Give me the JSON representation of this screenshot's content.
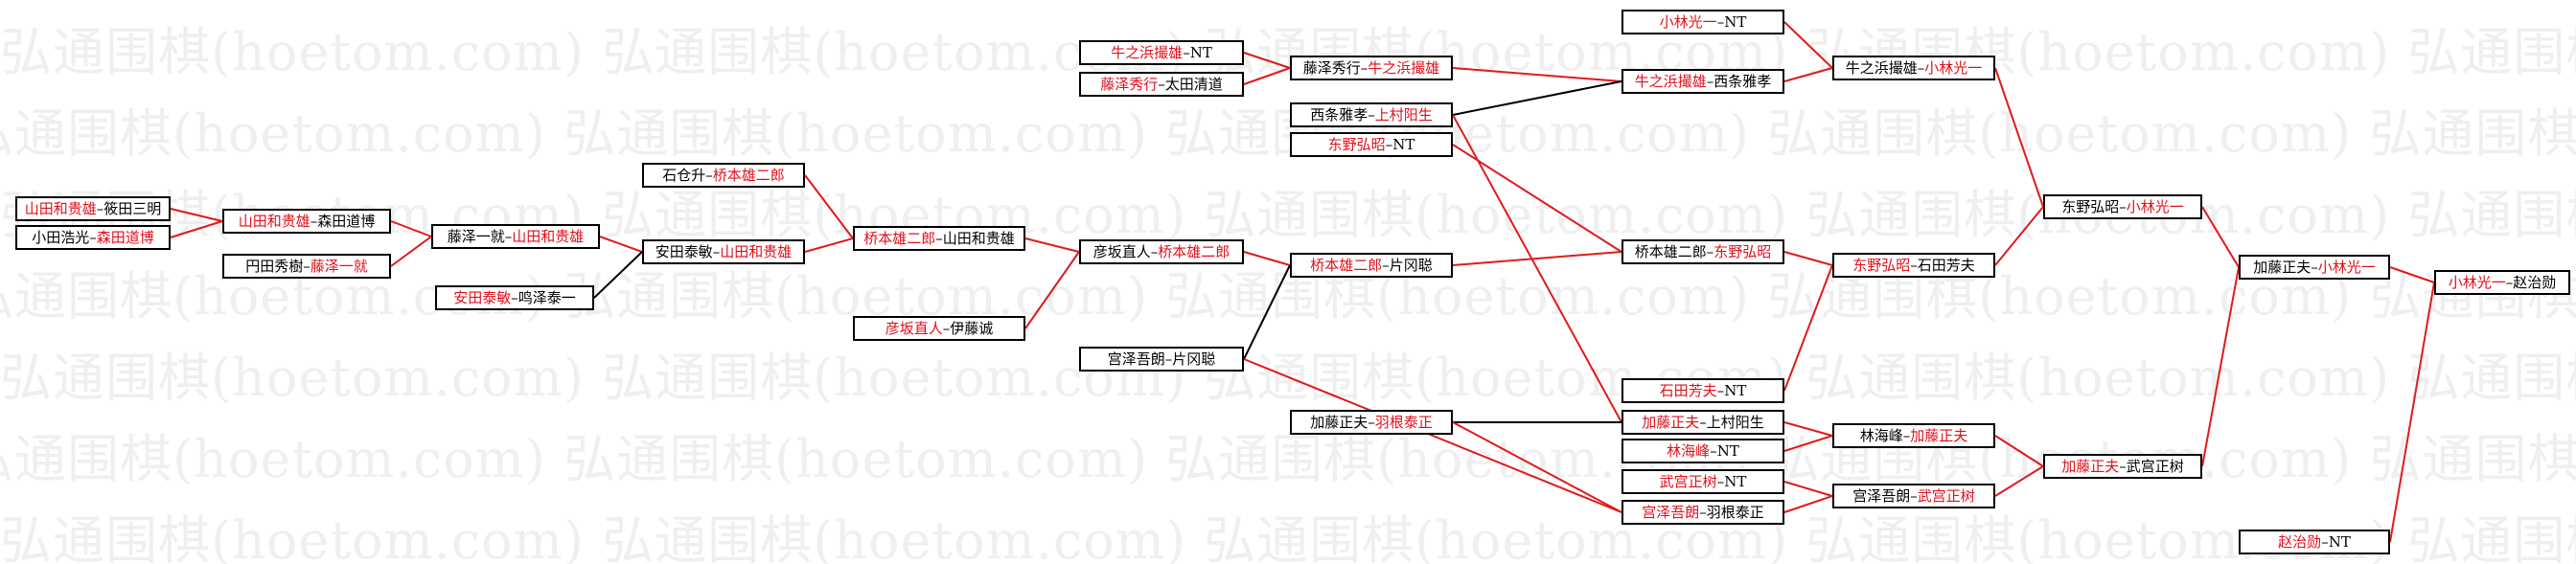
{
  "colors": {
    "winner": "#e0101a",
    "plain": "#000000",
    "red_line": "#e01a1a",
    "black_line": "#000000"
  },
  "watermark": "弘通围棋(hoetom.com)",
  "separator": "–",
  "matches": [
    {
      "id": "r1m1",
      "p1": "山田和贵雄",
      "p2": "筱田三明",
      "win": 1
    },
    {
      "id": "r1m2",
      "p1": "小田浩光",
      "p2": "森田道博",
      "win": 2
    },
    {
      "id": "r2m1",
      "p1": "山田和贵雄",
      "p2": "森田道博",
      "win": 1
    },
    {
      "id": "r2m2",
      "p1": "円田秀樹",
      "p2": "藤泽一就",
      "win": 2
    },
    {
      "id": "r2m3",
      "p1": "安田泰敏",
      "p2": "鸣泽泰一",
      "win": 1
    },
    {
      "id": "r3m1",
      "p1": "藤泽一就",
      "p2": "山田和贵雄",
      "win": 2
    },
    {
      "id": "r3m2",
      "p1": "石仓升",
      "p2": "桥本雄二郎",
      "win": 2
    },
    {
      "id": "r4m1",
      "p1": "安田泰敏",
      "p2": "山田和贵雄",
      "win": 2
    },
    {
      "id": "r5m1",
      "p1": "桥本雄二郎",
      "p2": "山田和贵雄",
      "win": 1
    },
    {
      "id": "r5m2",
      "p1": "彦坂直人",
      "p2": "伊藤诚",
      "win": 1
    },
    {
      "id": "r6m1",
      "p1": "彦坂直人",
      "p2": "桥本雄二郎",
      "win": 2
    },
    {
      "id": "r6m2",
      "p1": "宫泽吾朗",
      "p2": "片冈聪",
      "win": 0
    },
    {
      "id": "r7a",
      "p1": "牛之浜撮雄",
      "p2": "NT",
      "win": 1
    },
    {
      "id": "r7b",
      "p1": "藤泽秀行",
      "p2": "太田清道",
      "win": 1
    },
    {
      "id": "r7c",
      "p1": "西条雅孝",
      "p2": "上村阳生",
      "win": 2
    },
    {
      "id": "r7d",
      "p1": "东野弘昭",
      "p2": "NT",
      "win": 1
    },
    {
      "id": "r7e",
      "p1": "桥本雄二郎",
      "p2": "片冈聪",
      "win": 1
    },
    {
      "id": "r7f",
      "p1": "加藤正夫",
      "p2": "羽根泰正",
      "win": 2
    },
    {
      "id": "r8a",
      "p1": "藤泽秀行",
      "p2": "牛之浜撮雄",
      "win": 2
    },
    {
      "id": "r9a",
      "p1": "小林光一",
      "p2": "NT",
      "win": 1
    },
    {
      "id": "r9b",
      "p1": "牛之浜撮雄",
      "p2": "西条雅孝",
      "win": 1
    },
    {
      "id": "r9c",
      "p1": "桥本雄二郎",
      "p2": "东野弘昭",
      "win": 2
    },
    {
      "id": "r9d",
      "p1": "石田芳夫",
      "p2": "NT",
      "win": 1
    },
    {
      "id": "r9e",
      "p1": "加藤正夫",
      "p2": "上村阳生",
      "win": 1
    },
    {
      "id": "r9f",
      "p1": "林海峰",
      "p2": "NT",
      "win": 1
    },
    {
      "id": "r9g",
      "p1": "武宫正树",
      "p2": "NT",
      "win": 1
    },
    {
      "id": "r9h",
      "p1": "宫泽吾朗",
      "p2": "羽根泰正",
      "win": 1
    },
    {
      "id": "r10a",
      "p1": "牛之浜撮雄",
      "p2": "小林光一",
      "win": 2
    },
    {
      "id": "r10b",
      "p1": "东野弘昭",
      "p2": "石田芳夫",
      "win": 1
    },
    {
      "id": "r10c",
      "p1": "林海峰",
      "p2": "加藤正夫",
      "win": 2
    },
    {
      "id": "r10d",
      "p1": "宫泽吾朗",
      "p2": "武宫正树",
      "win": 2
    },
    {
      "id": "r11a",
      "p1": "东野弘昭",
      "p2": "小林光一",
      "win": 2
    },
    {
      "id": "r11b",
      "p1": "加藤正夫",
      "p2": "武宫正树",
      "win": 1
    },
    {
      "id": "r11c",
      "p1": "赵治勋",
      "p2": "NT",
      "win": 1
    },
    {
      "id": "r12a",
      "p1": "加藤正夫",
      "p2": "小林光一",
      "win": 2
    },
    {
      "id": "r13a",
      "p1": "小林光一",
      "p2": "赵治勋",
      "win": 1
    }
  ]
}
